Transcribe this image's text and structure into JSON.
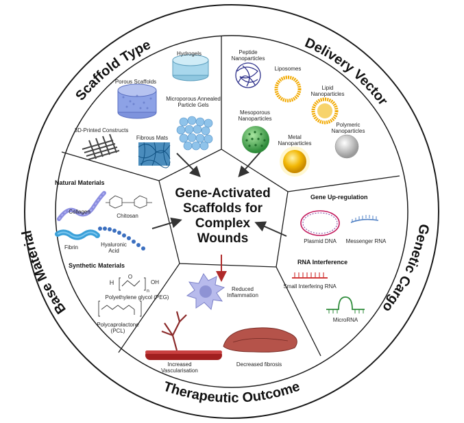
{
  "center": {
    "lines": [
      "Gene-Activated",
      "Scaffolds for",
      "Complex",
      "Wounds"
    ]
  },
  "sections": {
    "scaffold_type": "Scaffold Type",
    "delivery_vector": "Delivery Vector",
    "genetic_cargo": "Genetic Cargo",
    "therapeutic_outcome": "Therapeutic Outcome",
    "base_material": "Base Material"
  },
  "scaffold": {
    "hydrogels": "Hydrogels",
    "porous": "Porous Scaffolds",
    "microporous_1": "Microporous Annealed",
    "microporous_2": "Particle Gels",
    "printed": "3D-Printed Constructs",
    "fibrous": "Fibrous Mats"
  },
  "vector": {
    "peptide_1": "Peptide",
    "peptide_2": "Nanoparticles",
    "liposomes": "Liposomes",
    "lipid_1": "Lipid",
    "lipid_2": "Nanoparticles",
    "mesoporous_1": "Mesoporous",
    "mesoporous_2": "Nanoparticles",
    "metal_1": "Metal",
    "metal_2": "Nanoparticles",
    "polymeric_1": "Polymeric",
    "polymeric_2": "Nanoparticles"
  },
  "cargo": {
    "upregulation": "Gene Up-regulation",
    "plasmid": "Plasmid DNA",
    "mrna": "Messenger RNA",
    "interference": "RNA Interference",
    "sirna": "Small Interfering RNA",
    "microrna": "MicroRNA"
  },
  "outcome": {
    "inflammation_1": "Reduced",
    "inflammation_2": "Inflammation",
    "vascular_1": "Increased",
    "vascular_2": "Vascularisation",
    "fibrosis": "Decreased fibrosis"
  },
  "base": {
    "natural": "Natural Materials",
    "collagen": "Collagen",
    "chitosan": "Chitosan",
    "fibrin": "Fibrin",
    "hyaluronic_1": "Hyaluronic",
    "hyaluronic_2": "Acid",
    "synthetic": "Synthetic Materials",
    "peg": "Polyethylene glycol (PEG)",
    "pcl_1": "Polycaprolactone",
    "pcl_2": "(PCL)",
    "chem_h": "H",
    "chem_o": "O",
    "chem_oh": "OH",
    "chem_n": "n"
  },
  "colors": {
    "ring": "#1a1a1a",
    "arrow_dark": "#333333",
    "arrow_red": "#b02a2a",
    "hydrogel": "#8fc7e0",
    "porous": "#8da2e6",
    "fibrous": "#2a78b0",
    "gold": "#f2b705",
    "green": "#4caf50",
    "tissue": "#b5534a",
    "cell": "#9a9ed8"
  }
}
